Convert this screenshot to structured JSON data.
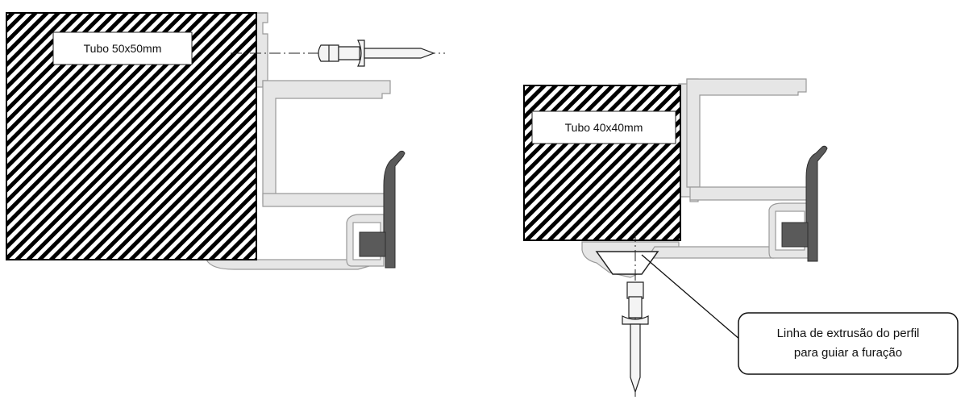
{
  "diagram": {
    "left_detail": {
      "tube_label": "Tubo 50x50mm"
    },
    "right_detail": {
      "tube_label": "Tubo 40x40mm"
    },
    "callout": {
      "line1": "Linha de extrusão do perfil",
      "line2": "para guiar a furação"
    },
    "colors": {
      "profile_fill": "#e6e6e6",
      "profile_stroke": "#9a9a9a",
      "gasket_fill": "#5a5a5a",
      "hatch": "#000000"
    }
  }
}
